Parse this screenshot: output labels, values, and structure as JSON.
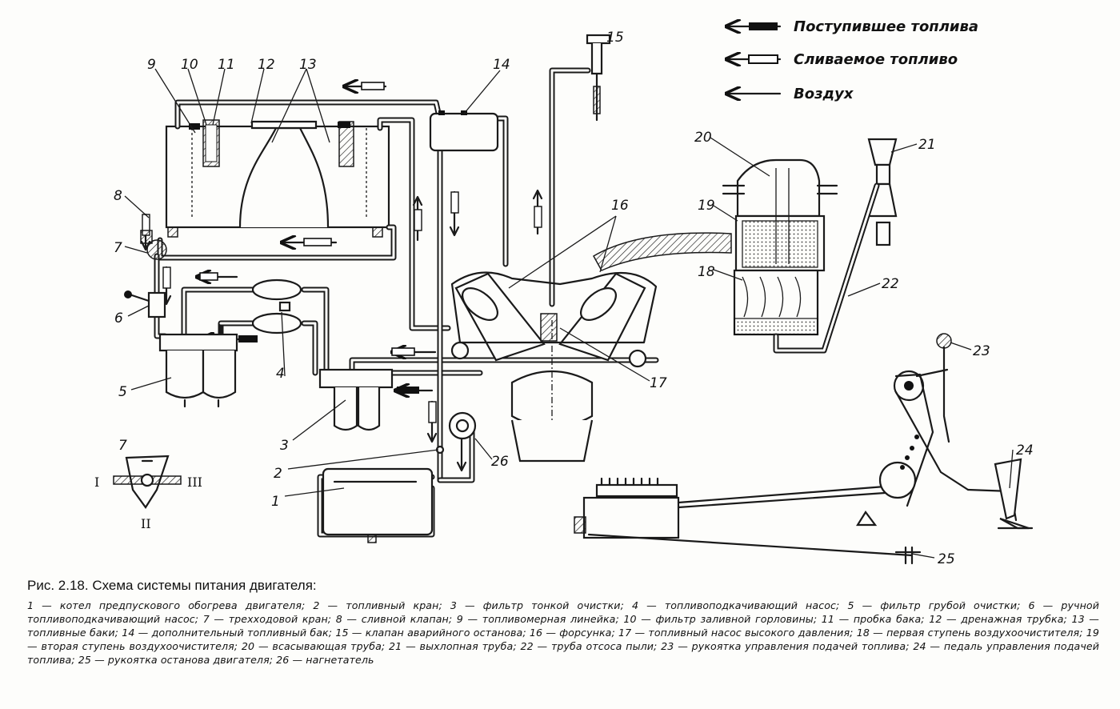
{
  "legend": {
    "items": [
      {
        "label": "Поступившее топлива",
        "style": "solid"
      },
      {
        "label": "Сливаемое топливо",
        "style": "hollow"
      },
      {
        "label": "Воздух",
        "style": "line"
      }
    ]
  },
  "callouts": [
    "1",
    "2",
    "3",
    "4",
    "5",
    "6",
    "7",
    "8",
    "9",
    "10",
    "11",
    "12",
    "13",
    "14",
    "15",
    "16",
    "17",
    "18",
    "19",
    "20",
    "21",
    "22",
    "23",
    "24",
    "25",
    "26"
  ],
  "inset": {
    "label": "7",
    "positions": [
      "I",
      "II",
      "III"
    ]
  },
  "caption": {
    "title": "Рис. 2.18. Схема системы питания двигателя:",
    "body": "1 — котел предпускового обогрева двигателя; 2 — топливный кран; 3 — фильтр тонкой очистки; 4 — топливоподкачивающий насос; 5 — фильтр грубой очистки; 6 — ручной топливоподкачивающий насос; 7 — трехходовой кран; 8 — сливной клапан; 9 — топливомерная линейка; 10 — фильтр заливной горловины; 11 — пробка бака; 12 — дренажная трубка; 13 — топливные баки; 14 — дополнительный топливный бак; 15 — клапан аварийного останова; 16 — форсунка; 17 — топливный насос высокого давления; 18 — первая ступень воздухоочистителя; 19 — вторая ступень воздухоочистителя; 20 — всасывающая труба; 21 — выхлопная труба; 22 — труба отсоса пыли; 23 — рукоятка управления подачей топлива; 24 — педаль управления подачей топлива; 25 — рукоятка останова двигателя; 26 — нагнетатель"
  }
}
